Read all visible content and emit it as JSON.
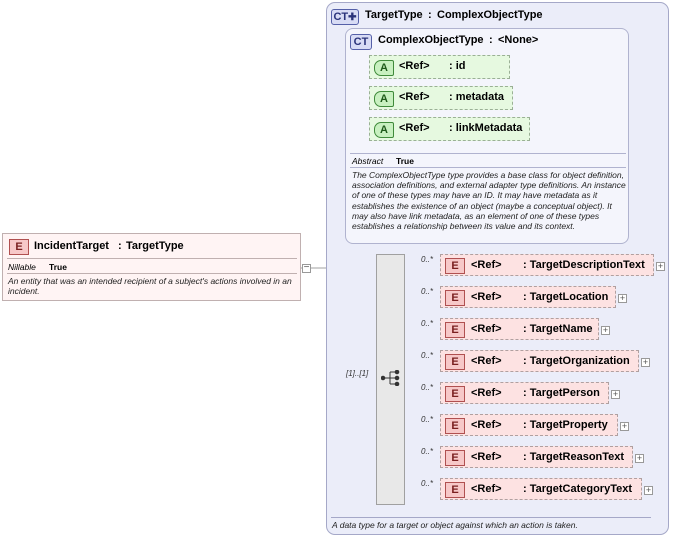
{
  "incident": {
    "badge": "E",
    "name": "IncidentTarget",
    "sep": ":",
    "type": "TargetType",
    "prop_key": "Nillable",
    "prop_val": "True",
    "desc": "An entity that was an intended recipient of a subject's actions involved in an incident."
  },
  "target_type": {
    "badge": "CT",
    "name": "TargetType",
    "sep": ":",
    "base": "ComplexObjectType",
    "footer": "A data type for a target or object against which an action is taken."
  },
  "complex": {
    "badge": "CT",
    "name": "ComplexObjectType",
    "sep": ":",
    "base": "<None>",
    "attributes": [
      {
        "badge": "A",
        "ref": "<Ref>",
        "name": ": id"
      },
      {
        "badge": "A",
        "ref": "<Ref>",
        "name": ": metadata"
      },
      {
        "badge": "A",
        "ref": "<Ref>",
        "name": ": linkMetadata"
      }
    ],
    "prop_key": "Abstract",
    "prop_val": "True",
    "desc": "The ComplexObjectType type provides a base class for object definition, association definitions, and external adapter type definitions. An instance of one of these types may have an ID. It may have metadata as it establishes the existence of an object (maybe a conceptual object). It may also have link metadata, as an element of one of these types establishes a relationship between its value and its context."
  },
  "sequence": {
    "multiplicity": "[1]..[1]"
  },
  "elements": [
    {
      "badge": "E",
      "mult": "0..*",
      "ref": "<Ref>",
      "name": ": TargetDescriptionText",
      "plus": "+"
    },
    {
      "badge": "E",
      "mult": "0..*",
      "ref": "<Ref>",
      "name": ": TargetLocation",
      "plus": "+"
    },
    {
      "badge": "E",
      "mult": "0..*",
      "ref": "<Ref>",
      "name": ": TargetName",
      "plus": "+"
    },
    {
      "badge": "E",
      "mult": "0..*",
      "ref": "<Ref>",
      "name": ": TargetOrganization",
      "plus": "+"
    },
    {
      "badge": "E",
      "mult": "0..*",
      "ref": "<Ref>",
      "name": ": TargetPerson",
      "plus": "+"
    },
    {
      "badge": "E",
      "mult": "0..*",
      "ref": "<Ref>",
      "name": ": TargetProperty",
      "plus": "+"
    },
    {
      "badge": "E",
      "mult": "0..*",
      "ref": "<Ref>",
      "name": ": TargetReasonText",
      "plus": "+"
    },
    {
      "badge": "E",
      "mult": "0..*",
      "ref": "<Ref>",
      "name": ": TargetCategoryText",
      "plus": "+"
    }
  ],
  "colors": {
    "element_fill": "#fde2e2",
    "attribute_fill": "#e6f9e0",
    "complex_type_fill": "#ebedf9"
  }
}
